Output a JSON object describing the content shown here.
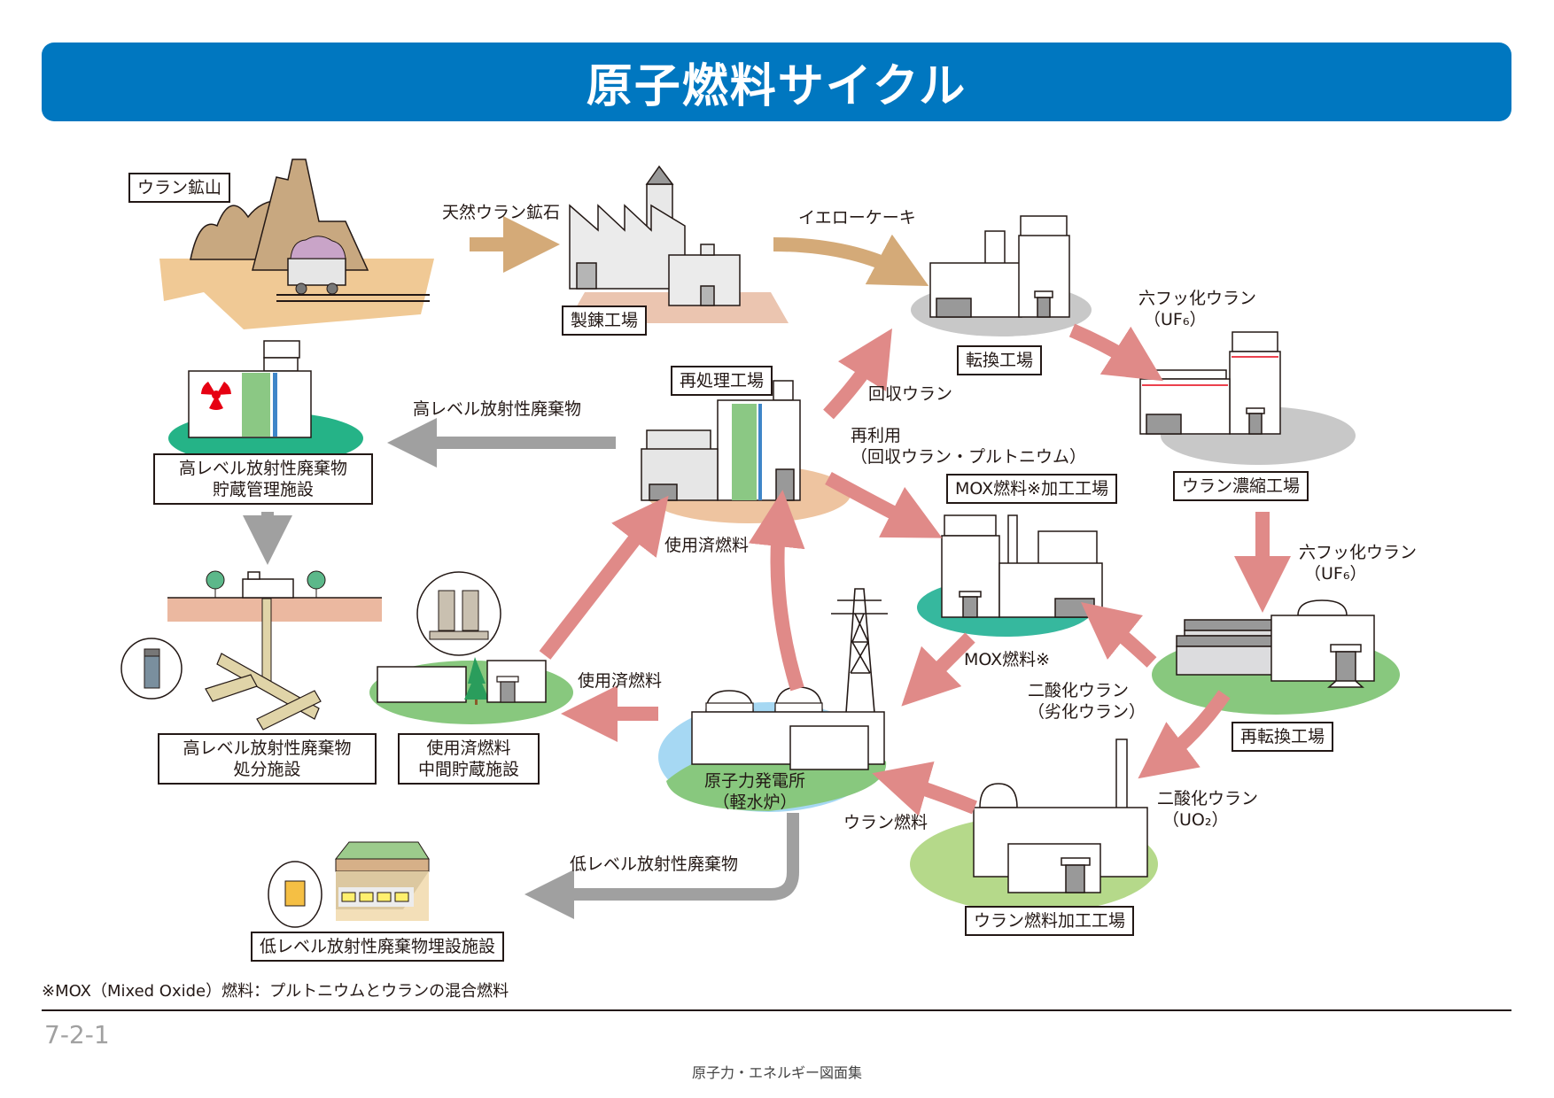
{
  "title": "原子燃料サイクル",
  "facilities": {
    "mine": "ウラン鉱山",
    "refinery": "製錬工場",
    "conversion": "転換工場",
    "enrichment": "ウラン濃縮工場",
    "reconversion": "再転換工場",
    "fuel_fabrication": "ウラン燃料加工工場",
    "npp_line1": "原子力発電所",
    "npp_line2": "（軽水炉）",
    "reprocessing": "再処理工場",
    "mox_fabrication": "MOX燃料※加工工場",
    "hlw_storage_line1": "高レベル放射性廃棄物",
    "hlw_storage_line2": "貯蔵管理施設",
    "hlw_disposal_line1": "高レベル放射性廃棄物",
    "hlw_disposal_line2": "処分施設",
    "sf_interim_line1": "使用済燃料",
    "sf_interim_line2": "中間貯蔵施設",
    "llw_disposal": "低レベル放射性廃棄物埋設施設"
  },
  "flows": {
    "natural_ore": "天然ウラン鉱石",
    "yellowcake": "イエローケーキ",
    "uf6_a_line1": "六フッ化ウラン",
    "uf6_a_line2": "（UF₆）",
    "uf6_b_line1": "六フッ化ウラン",
    "uf6_b_line2": "（UF₆）",
    "uo2_line1": "二酸化ウラン",
    "uo2_line2": "（UO₂）",
    "depleted_line1": "二酸化ウラン",
    "depleted_line2": "（劣化ウラン）",
    "uranium_fuel": "ウラン燃料",
    "mox_fuel": "MOX燃料※",
    "recovered_uranium": "回収ウラン",
    "reuse_line1": "再利用",
    "reuse_line2": "（回収ウラン・プルトニウム）",
    "spent_fuel_a": "使用済燃料",
    "spent_fuel_b": "使用済燃料",
    "hlw": "高レベル放射性廃棄物",
    "llw": "低レベル放射性廃棄物"
  },
  "footnote": "※MOX（Mixed Oxide）燃料：プルトニウムとウランの混合燃料",
  "page_number": "7-2-1",
  "footer": "原子力・エネルギー図面集",
  "colors": {
    "title_bg": "#0077c0",
    "cycle_arrow": "#e08a88",
    "ore_arrow": "#d4aa78",
    "waste_arrow": "#a0a0a0",
    "radiation": "#e60012"
  }
}
